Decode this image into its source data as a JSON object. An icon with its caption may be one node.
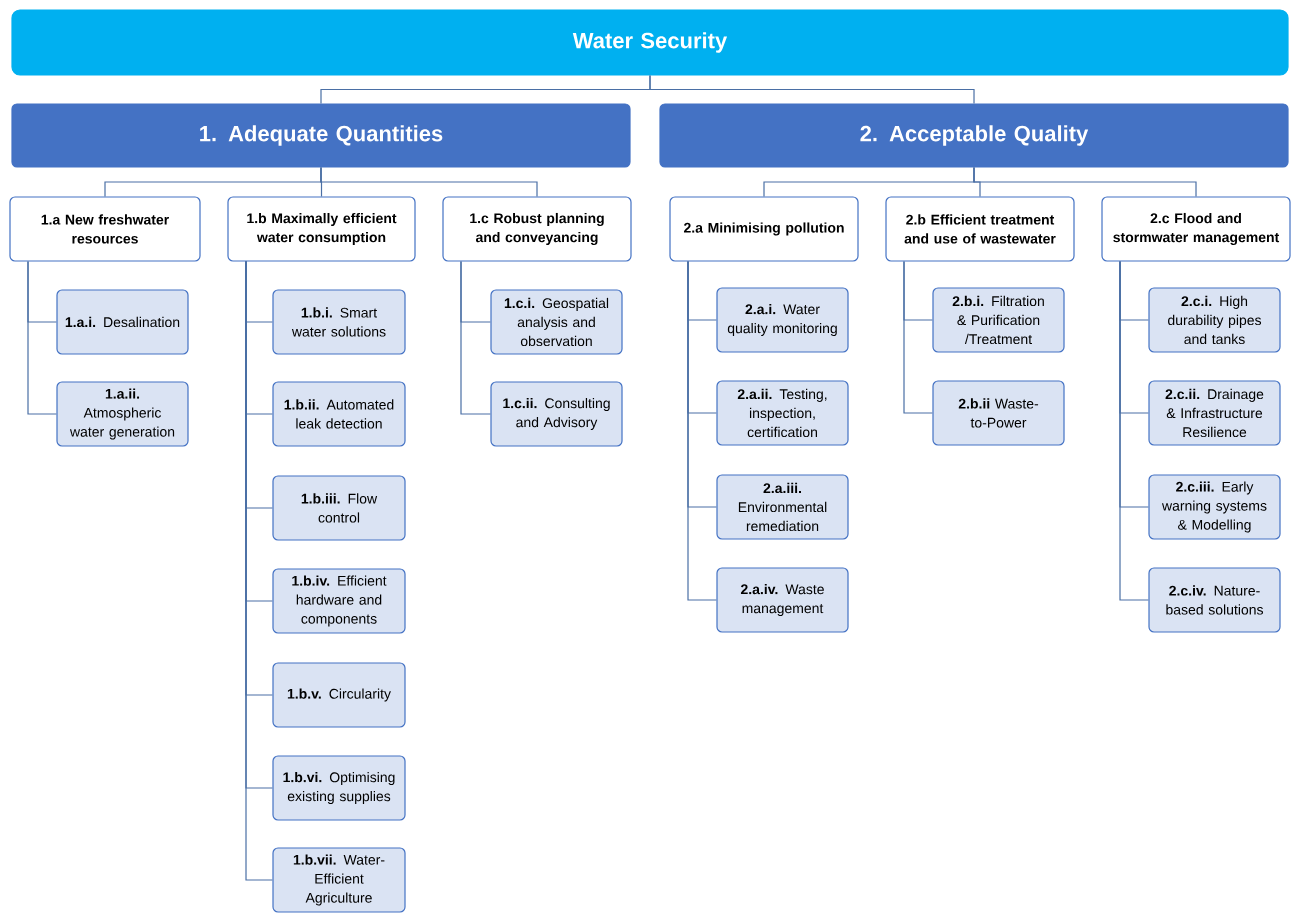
{
  "diagram": {
    "nodes": [
      {
        "text": [
          "Water Security"
        ]
      },
      {
        "text": [
          "1. Adequate Quantities"
        ]
      },
      {
        "text": [
          "2. Acceptable Quality"
        ]
      },
      {
        "text": [
          "1.a New freshwater resources"
        ]
      },
      {
        "text": [
          "1.b Maximally efficient water consumption"
        ]
      },
      {
        "text": [
          "1.c Robust planning and conveyancing"
        ]
      },
      {
        "text": [
          "2.a Minimising pollution"
        ]
      },
      {
        "text": [
          "2.b Efficient treatment and use of wastewater"
        ]
      },
      {
        "text": [
          "2.c Flood and stormwater management"
        ]
      },
      {
        "text": [
          "**1.a.i.** Desalination"
        ]
      },
      {
        "text": [
          "**1.a.ii.** Atmospheric water generation"
        ]
      },
      {
        "text": [
          "**1.b.i.** Smart water solutions"
        ]
      },
      {
        "text": [
          "**1.b.ii.** Automated leak detection"
        ]
      },
      {
        "text": [
          "**1.b.iii.** Flow control"
        ]
      },
      {
        "text": [
          "**1.b.iv.** Efficient hardware and components"
        ]
      },
      {
        "text": [
          "**1.b.v.** Circularity"
        ]
      },
      {
        "text": [
          "**1.b.vi.** Optimising existing supplies"
        ]
      },
      {
        "text": [
          "**1.b.vii.** Water-Efficient Agriculture"
        ]
      },
      {
        "text": [
          "**1.c.i.** Geospatial analysis and observation"
        ]
      },
      {
        "text": [
          "**1.c.ii.** Consulting and Advisory"
        ]
      },
      {
        "text": [
          "**2.a.i.** Water quality monitoring"
        ]
      },
      {
        "text": [
          "**2.a.ii.** Testing, inspection, certification"
        ]
      },
      {
        "text": [
          "**2.a.iii.** Environmental remediation"
        ]
      },
      {
        "text": [
          "**2.a.iv.** Waste management"
        ]
      },
      {
        "text": [
          "**2.b.i.** Filtration & Purification /Treatment"
        ]
      },
      {
        "text": [
          "**2.b.ii** Waste-to-Power"
        ]
      },
      {
        "text": [
          "**2.c.i.** High durability pipes and tanks"
        ]
      },
      {
        "text": [
          "**2.c.ii.** Drainage & Infrastructure Resilience"
        ]
      },
      {
        "text": [
          "**2.c.iii.** Early warning systems & Modelling"
        ]
      },
      {
        "text": [
          "**2.c.iv.** Nature-based solutions"
        ]
      }
    ],
    "edges": [
      {
        "from": 0,
        "to": 1,
        "arrow": "none"
      },
      {
        "from": 0,
        "to": 2,
        "arrow": "none"
      },
      {
        "from": 1,
        "to": 3,
        "arrow": "none"
      },
      {
        "from": 1,
        "to": 4,
        "arrow": "none"
      },
      {
        "from": 1,
        "to": 5,
        "arrow": "none"
      },
      {
        "from": 2,
        "to": 6,
        "arrow": "none"
      },
      {
        "from": 2,
        "to": 7,
        "arrow": "none"
      },
      {
        "from": 2,
        "to": 8,
        "arrow": "none"
      },
      {
        "from": 3,
        "to": 9,
        "arrow": "none"
      },
      {
        "from": 3,
        "to": 10,
        "arrow": "none"
      },
      {
        "from": 4,
        "to": 11,
        "arrow": "none"
      },
      {
        "from": 4,
        "to": 12,
        "arrow": "none"
      },
      {
        "from": 4,
        "to": 13,
        "arrow": "none"
      },
      {
        "from": 4,
        "to": 14,
        "arrow": "none"
      },
      {
        "from": 4,
        "to": 15,
        "arrow": "none"
      },
      {
        "from": 4,
        "to": 16,
        "arrow": "none"
      },
      {
        "from": 4,
        "to": 17,
        "arrow": "none"
      },
      {
        "from": 5,
        "to": 18,
        "arrow": "none"
      },
      {
        "from": 5,
        "to": 19,
        "arrow": "none"
      },
      {
        "from": 6,
        "to": 20,
        "arrow": "none"
      },
      {
        "from": 6,
        "to": 21,
        "arrow": "none"
      },
      {
        "from": 6,
        "to": 22,
        "arrow": "none"
      },
      {
        "from": 6,
        "to": 23,
        "arrow": "none"
      },
      {
        "from": 7,
        "to": 24,
        "arrow": "none"
      },
      {
        "from": 7,
        "to": 25,
        "arrow": "none"
      },
      {
        "from": 8,
        "to": 26,
        "arrow": "none"
      },
      {
        "from": 8,
        "to": 27,
        "arrow": "none"
      },
      {
        "from": 8,
        "to": 28,
        "arrow": "none"
      },
      {
        "from": 8,
        "to": 29,
        "arrow": "none"
      }
    ]
  }
}
